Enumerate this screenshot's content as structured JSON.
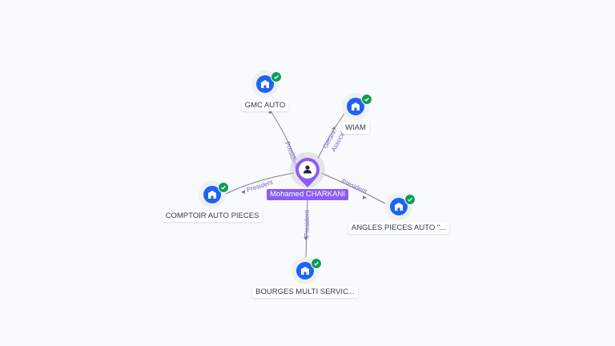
{
  "center": {
    "name": "Mohamed CHARKANI",
    "icon": "person-icon",
    "color": "#8b5cf6"
  },
  "companies": [
    {
      "id": "gmc",
      "name": "GMC AUTO",
      "role": "President",
      "icon": "building-icon",
      "verified": true
    },
    {
      "id": "wiam",
      "name": "WIAM",
      "role": "Gérant Associé",
      "role_lines": [
        "Gérant",
        "Associé"
      ],
      "icon": "building-icon",
      "verified": true
    },
    {
      "id": "comptoir",
      "name": "COMPTOIR AUTO PIECES",
      "role": "President",
      "icon": "building-icon",
      "verified": true
    },
    {
      "id": "angles",
      "name": "ANGLES PIECES AUTO \"...",
      "role": "President",
      "icon": "building-icon",
      "verified": true
    },
    {
      "id": "bourges",
      "name": "BOURGES MULTI SERVIC...",
      "role": "President",
      "icon": "building-icon",
      "verified": true
    }
  ],
  "colors": {
    "company_node": "#1c64f2",
    "verified_badge": "#0f9d58",
    "edge_label": "#7b61d9",
    "background": "#f9fafc"
  }
}
